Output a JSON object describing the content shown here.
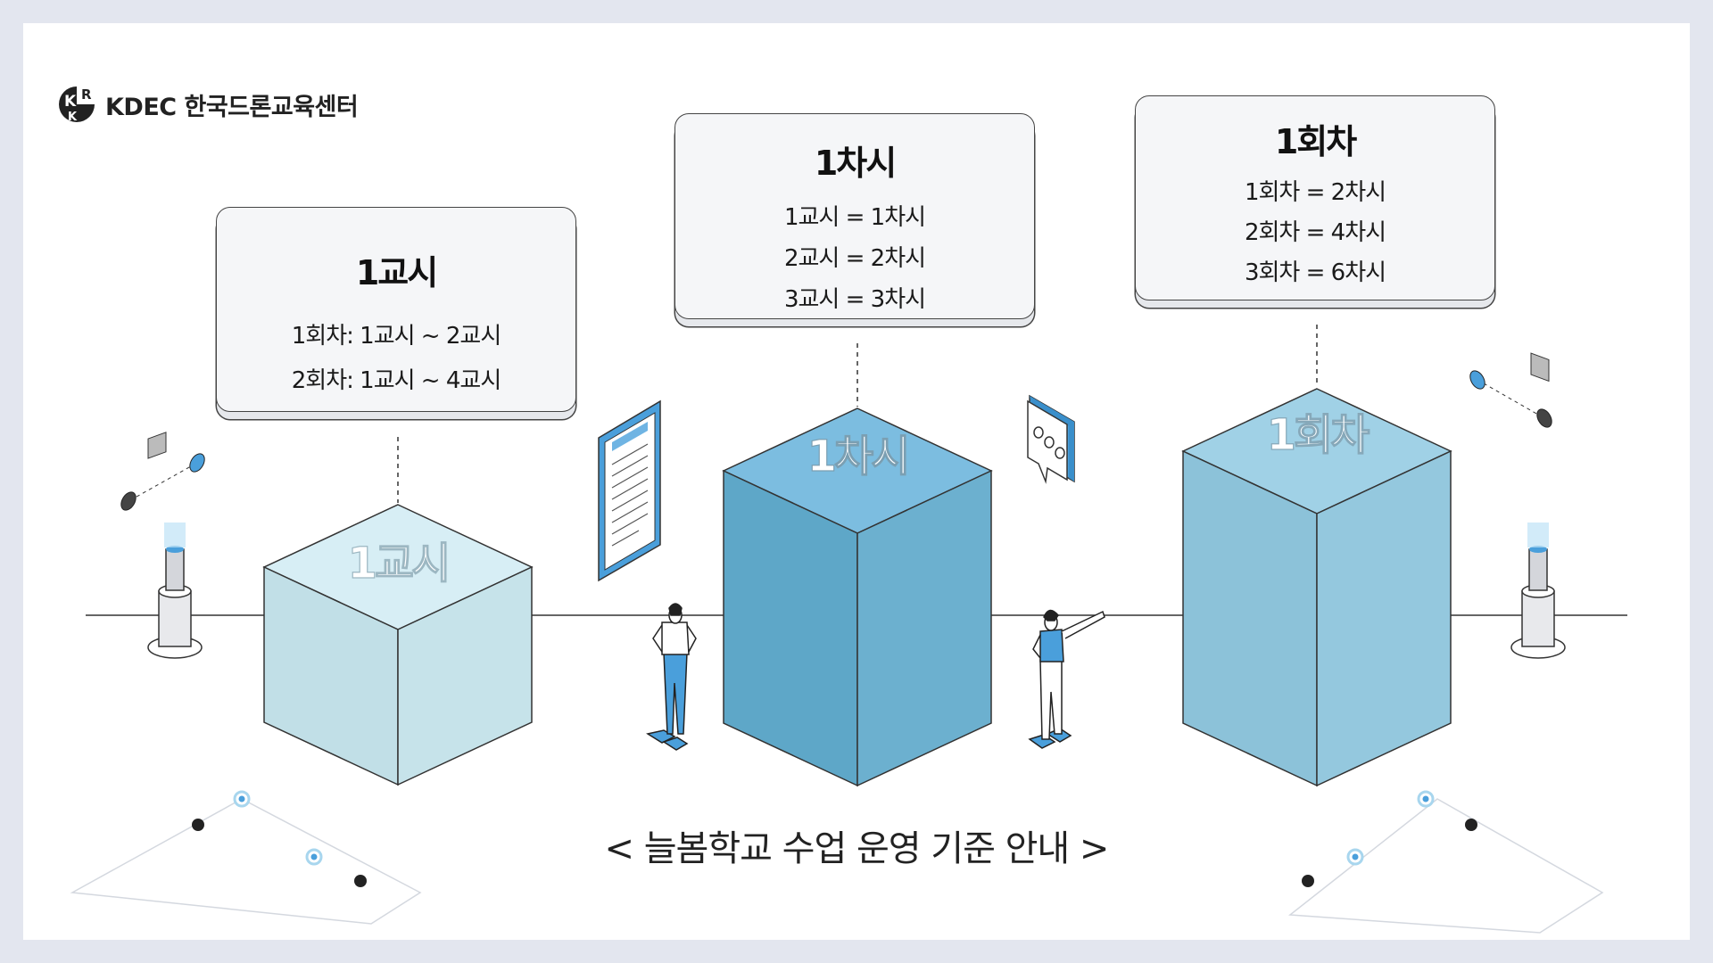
{
  "brand": {
    "name": "KDEC 한국드론교육센터",
    "logo_letters": [
      "K",
      "R",
      "K"
    ]
  },
  "cards": [
    {
      "title": "1교시",
      "lines": [
        "1회차: 1교시 ~ 2교시",
        "2회차: 1교시 ~ 4교시"
      ]
    },
    {
      "title": "1차시",
      "lines": [
        "1교시 = 1차시",
        "2교시 = 2차시",
        "3교시 = 3차시"
      ]
    },
    {
      "title": "1회차",
      "lines": [
        "1회차 = 2차시",
        "2회차 = 4차시",
        "3회차 = 6차시"
      ]
    }
  ],
  "cube_labels": [
    "1교시",
    "1차시",
    "1회차"
  ],
  "caption": "< 늘봄학교 수업 운영 기준 안내 >",
  "colors": {
    "page_background": "#e3e6ef",
    "cube_light": "#c3e0e8",
    "cube_medium": "#6fb2d0",
    "cube_right": "#8fc5dc",
    "accent_blue": "#4a9fdb",
    "outline": "#333333"
  },
  "icons": [
    "document-icon",
    "chat-bubble-icon",
    "pillar-light-icon",
    "person-icon"
  ]
}
